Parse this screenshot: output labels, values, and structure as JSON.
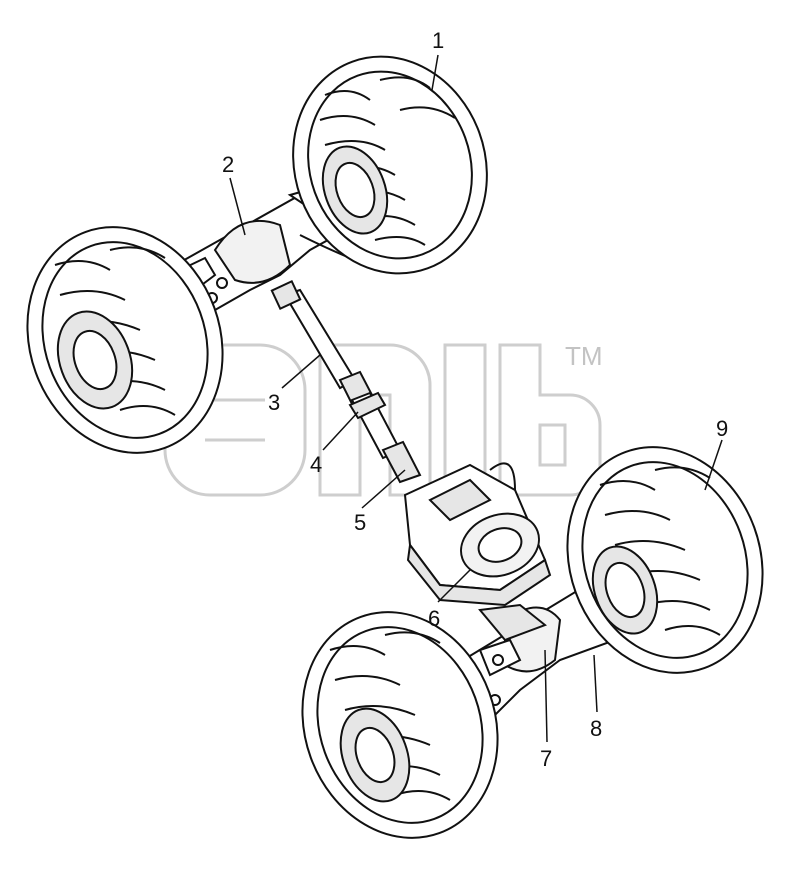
{
  "watermark": {
    "text": "",
    "trademark": "TM"
  },
  "callouts": [
    {
      "id": "1",
      "label": "1"
    },
    {
      "id": "2",
      "label": "2"
    },
    {
      "id": "3",
      "label": "3"
    },
    {
      "id": "4",
      "label": "4"
    },
    {
      "id": "5",
      "label": "5"
    },
    {
      "id": "6",
      "label": "6"
    },
    {
      "id": "7",
      "label": "7"
    },
    {
      "id": "8",
      "label": "8"
    },
    {
      "id": "9",
      "label": "9"
    }
  ],
  "colors": {
    "line": "#111111",
    "fill": "#ffffff",
    "shade": "#e6e6e6",
    "watermark": "#c9c9c9"
  }
}
